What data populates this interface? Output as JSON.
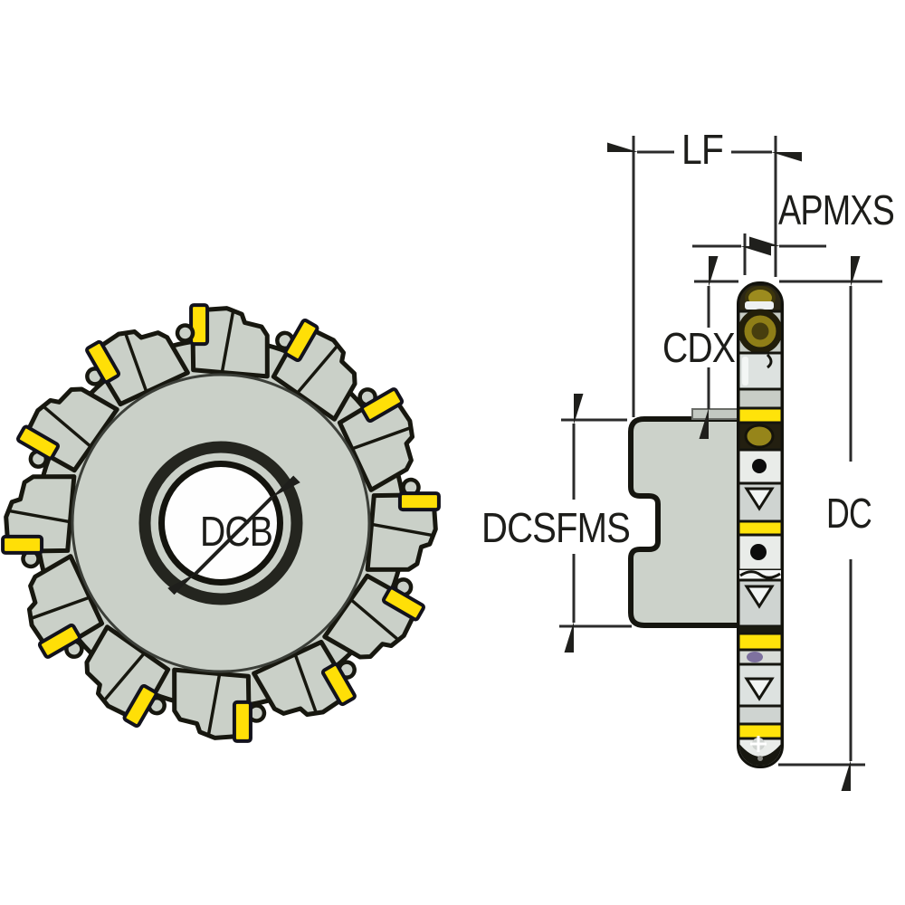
{
  "diagram": {
    "labels": {
      "lf": "LF",
      "apmxs": "APMXS",
      "cdx": "CDX",
      "dcsfms": "DCSFMS",
      "dc": "DC",
      "dcb": "DCB"
    },
    "front_view": {
      "insert_count": 12
    },
    "colors": {
      "cutter_body": "#cad0c8",
      "insert_yellow": "#ffdf07",
      "olive_insert": "#8f7e17",
      "outline": "#17170f",
      "dimension_line": "#2b2b2b",
      "bore_fill": "#fefefe",
      "pocket_light": "#e9ece9",
      "background": "#ffffff"
    }
  }
}
